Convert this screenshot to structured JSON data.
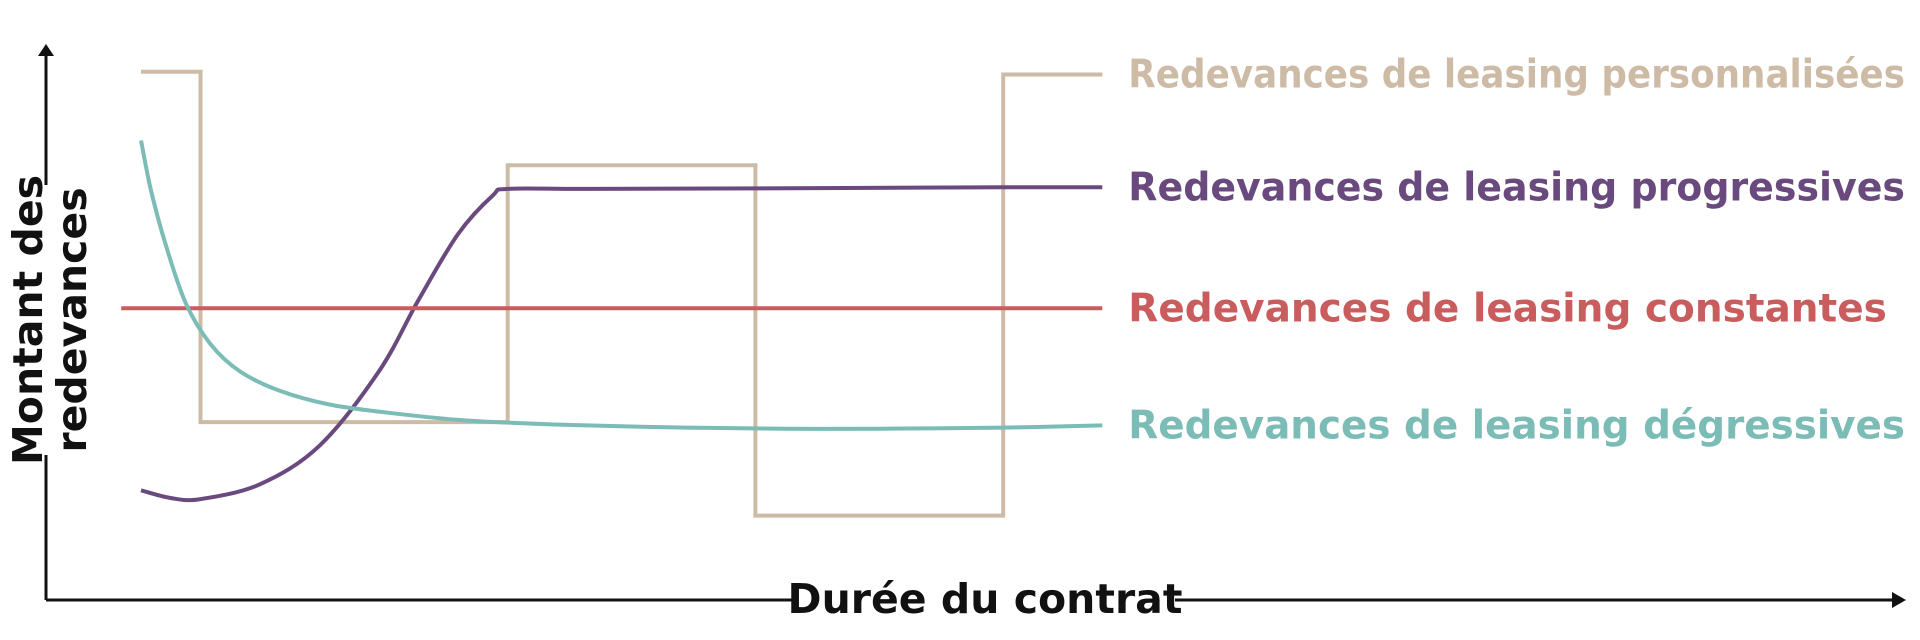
{
  "chart_data": {
    "type": "line",
    "xlabel": "Durée du contrat",
    "ylabel_line1": "Montant des",
    "ylabel_line2": "redevances",
    "xlim": [
      0,
      10
    ],
    "ylim": [
      0,
      10
    ],
    "grid": false,
    "legend": "right, inline labels",
    "series": [
      {
        "name": "Redevances de leasing personnalisées",
        "color": "#cdbba6",
        "shape": "step",
        "x": [
          0,
          0.6,
          0.6,
          3.7,
          3.7,
          6.2,
          6.2,
          8.7,
          8.7,
          9.7
        ],
        "y": [
          9.55,
          9.55,
          3.18,
          3.18,
          7.85,
          7.85,
          1.48,
          1.48,
          9.5,
          9.5
        ]
      },
      {
        "name": "Redevances de leasing progressives",
        "color": "#6a4a7e",
        "shape": "curve",
        "x": [
          0,
          0.3,
          0.6,
          1.2,
          1.8,
          2.4,
          2.8,
          3.2,
          3.55,
          3.7,
          4.5,
          6.2,
          8.7,
          9.7
        ],
        "y": [
          1.94,
          1.8,
          1.78,
          2.05,
          2.75,
          4.1,
          5.4,
          6.6,
          7.3,
          7.42,
          7.42,
          7.43,
          7.45,
          7.45
        ]
      },
      {
        "name": "Redevances de leasing constantes",
        "color": "#c95c5c",
        "shape": "line",
        "x": [
          -0.2,
          9.7
        ],
        "y": [
          5.25,
          5.25
        ]
      },
      {
        "name": "Redevances de leasing dégressives",
        "color": "#7bbcb6",
        "shape": "curve",
        "x": [
          0,
          0.1,
          0.25,
          0.45,
          0.7,
          1.0,
          1.4,
          1.9,
          2.5,
          3.2,
          3.7,
          4.5,
          5.5,
          6.5,
          7.5,
          8.7,
          9.7
        ],
        "y": [
          8.3,
          7.4,
          6.4,
          5.35,
          4.6,
          4.1,
          3.75,
          3.5,
          3.35,
          3.22,
          3.17,
          3.12,
          3.08,
          3.06,
          3.06,
          3.08,
          3.12
        ]
      }
    ]
  }
}
